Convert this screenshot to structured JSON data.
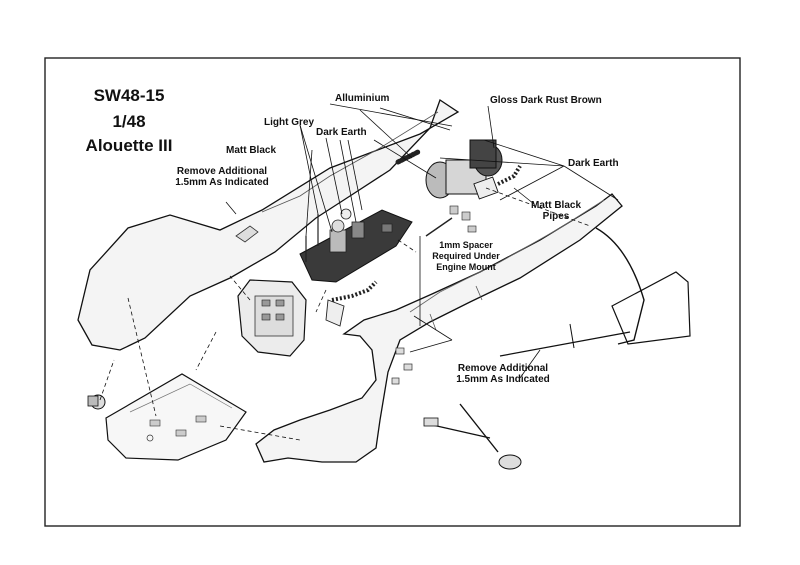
{
  "title": {
    "code": "SW48-15",
    "scale": "1/48",
    "name": "Alouette III"
  },
  "labels": {
    "aluminium": "Alluminium",
    "gloss_dark_rust_brown": "Gloss Dark Rust Brown",
    "light_grey": "Light Grey",
    "dark_earth_top": "Dark Earth",
    "dark_earth_right": "Dark Earth",
    "matt_black": "Matt Black",
    "remove_left_line1": "Remove Additional",
    "remove_left_line2": "1.5mm As Indicated",
    "matt_black_pipes_line1": "Matt Black",
    "matt_black_pipes_line2": "Pipes",
    "spacer_line1": "1mm Spacer",
    "spacer_line2": "Required Under",
    "spacer_line3": "Engine Mount",
    "remove_right_line1": "Remove Additional",
    "remove_right_line2": "1.5mm As Indicated"
  }
}
